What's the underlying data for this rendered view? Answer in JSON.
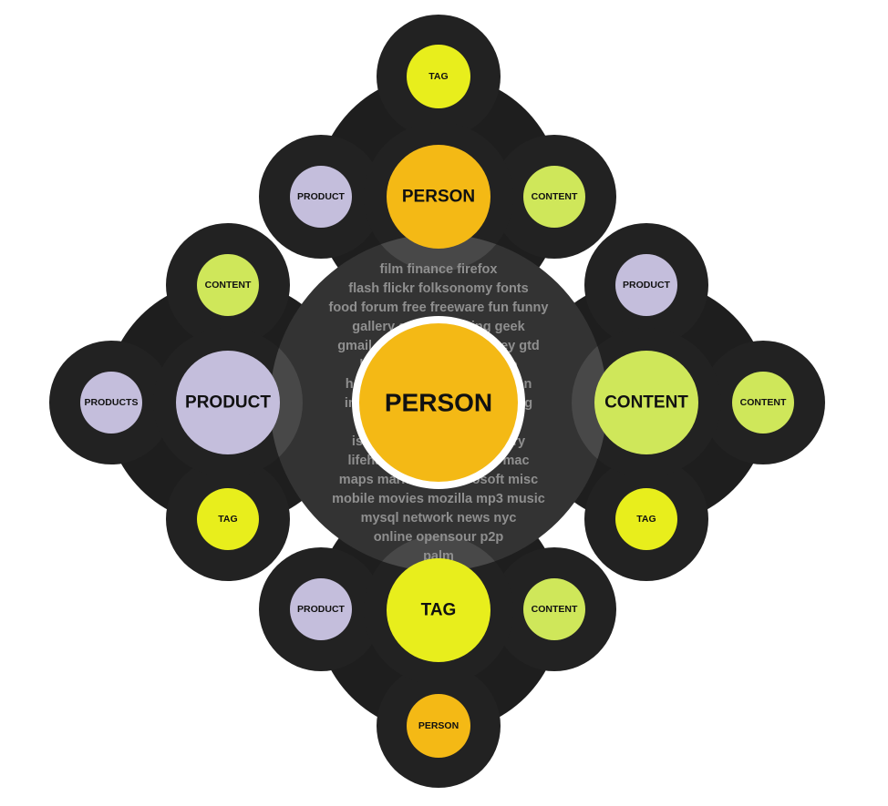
{
  "colors": {
    "background": "#ffffff",
    "outer_ring": "#222222",
    "cluster_disc": "#1e1e1e",
    "overlap_tint": "#5a5a5a",
    "person": "#f4b915",
    "tag": "#e8ee1c",
    "content": "#cfe75a",
    "product": "#c4bedc",
    "cloud_text": "#8f8f8f",
    "center_ring": "#ffffff"
  },
  "center": {
    "label": "PERSON",
    "tag_cloud": [
      "film  finance  firefox",
      "flash flickr folksonomy fonts",
      "food forum free freeware fun funny",
      "gallery  games  gaming  geek",
      "gmail google  greasemonkey gtd",
      "hack hacks  history  home",
      "howto  html  humor illustration",
      "images  inspiration  interesting",
      "internet  ipod  java  journal-",
      "ism  knitting  learning  library",
      "lifehacks  linux  literature  mac",
      "maps  marketing  microsoft misc",
      "mobile  movies mozilla mp3 music",
      "mysql   network   news   nyc",
      "online  opensour  p2p",
      "palm"
    ]
  },
  "clusters": {
    "top": {
      "main": "PERSON",
      "left": "PRODUCT",
      "right": "CONTENT",
      "outer": "TAG"
    },
    "left": {
      "main": "PRODUCT",
      "top": "CONTENT",
      "bottom": "TAG",
      "outer": "PRODUCTS"
    },
    "right": {
      "main": "CONTENT",
      "top": "PRODUCT",
      "bottom": "TAG",
      "outer": "CONTENT"
    },
    "bottom": {
      "main": "TAG",
      "left": "PRODUCT",
      "right": "CONTENT",
      "outer": "PERSON"
    }
  }
}
